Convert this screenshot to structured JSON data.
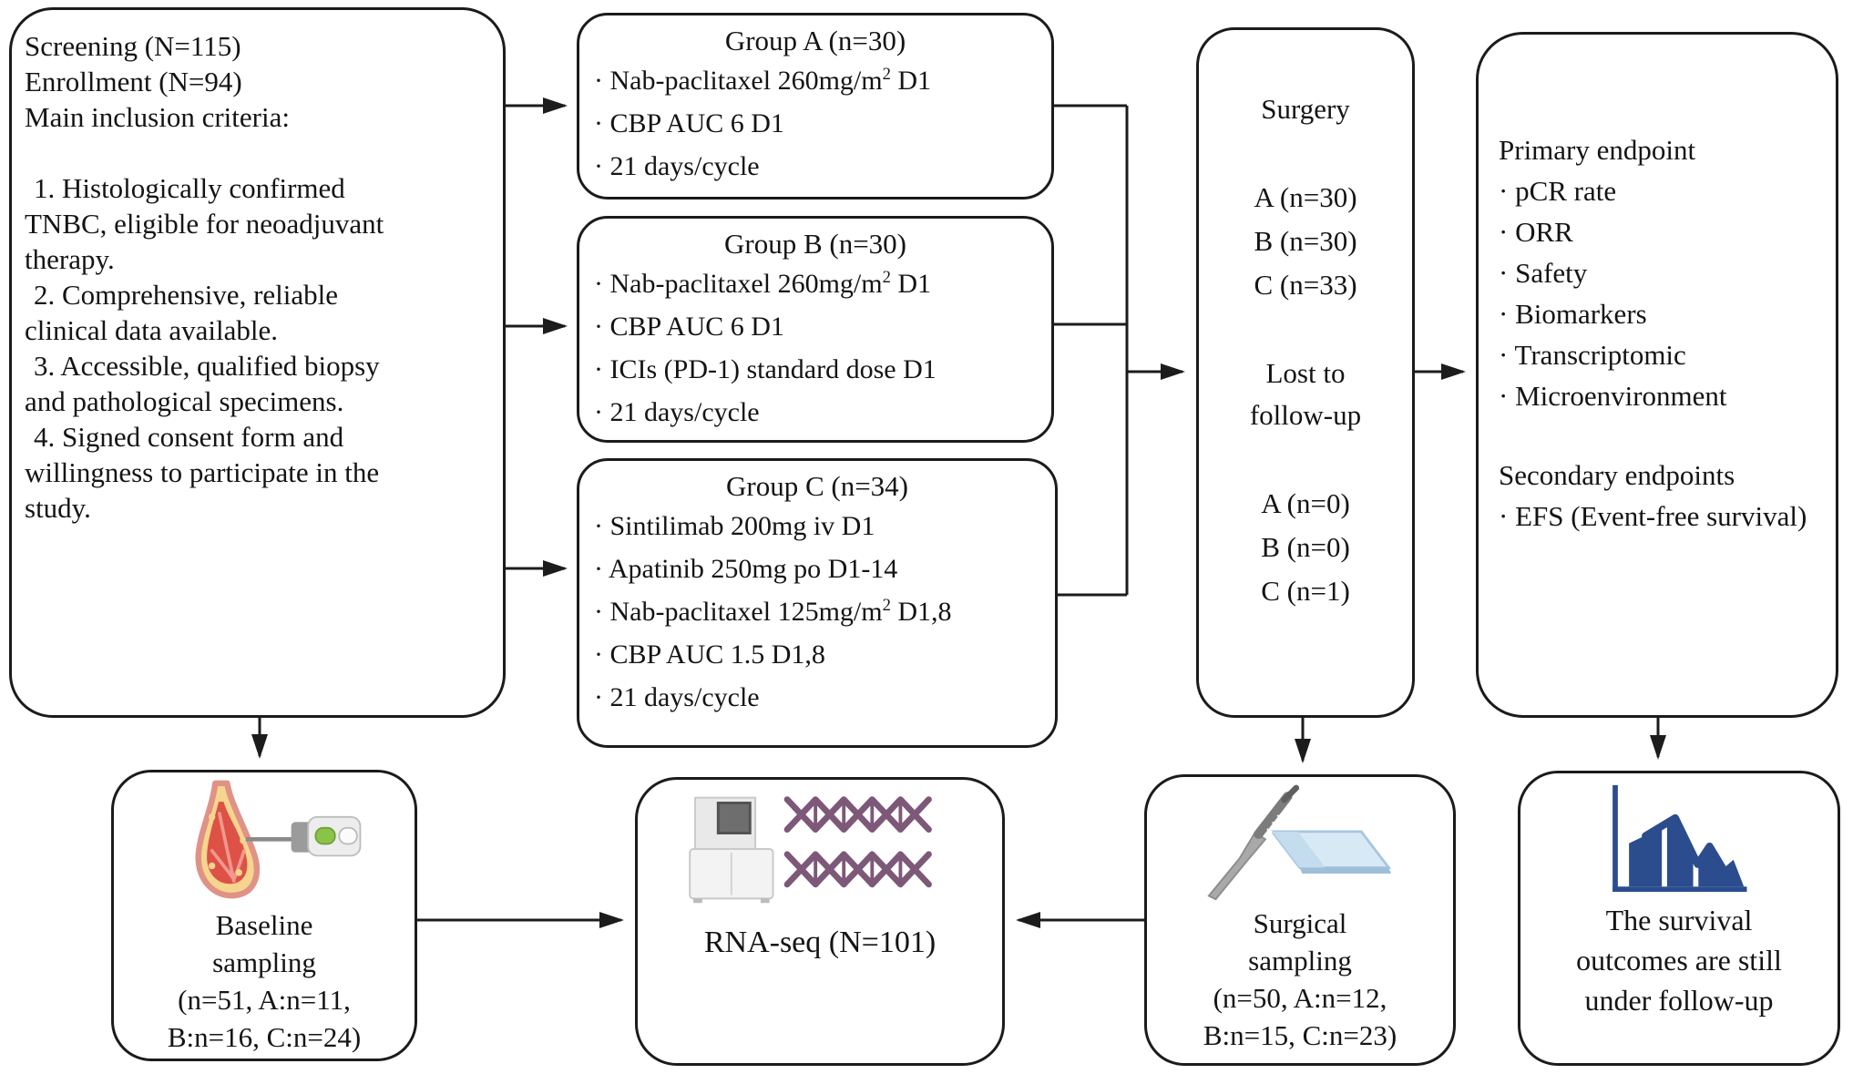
{
  "inclusion": {
    "lines": [
      "Screening (N=115)",
      "Enrollment (N=94)",
      "Main inclusion criteria:",
      "1. Histologically confirmed",
      "TNBC, eligible for neoadjuvant",
      "therapy.",
      "2. Comprehensive, reliable",
      "clinical data available.",
      "3. Accessible, qualified biopsy",
      "and pathological specimens.",
      "4. Signed consent form and",
      "willingness to participate in the",
      "study."
    ]
  },
  "group_a": {
    "title": "Group A (n=30)",
    "items": [
      {
        "pre": "· Nab-paclitaxel 260mg/m",
        "sup": "2",
        "post": " D1"
      },
      {
        "pre": "· CBP AUC 6 D1",
        "sup": "",
        "post": ""
      },
      {
        "pre": "· 21 days/cycle",
        "sup": "",
        "post": ""
      }
    ]
  },
  "group_b": {
    "title": "Group B (n=30)",
    "items": [
      {
        "pre": "· Nab-paclitaxel 260mg/m",
        "sup": "2",
        "post": " D1"
      },
      {
        "pre": "· CBP AUC 6 D1",
        "sup": "",
        "post": ""
      },
      {
        "pre": "· ICIs (PD-1) standard dose D1",
        "sup": "",
        "post": ""
      },
      {
        "pre": "· 21 days/cycle",
        "sup": "",
        "post": ""
      }
    ]
  },
  "group_c": {
    "title": "Group C (n=34)",
    "items": [
      {
        "pre": "· Sintilimab 200mg iv D1",
        "sup": "",
        "post": ""
      },
      {
        "pre": "· Apatinib 250mg po D1-14",
        "sup": "",
        "post": ""
      },
      {
        "pre": "· Nab-paclitaxel 125mg/m",
        "sup": "2",
        "post": " D1,8"
      },
      {
        "pre": "· CBP AUC 1.5 D1,8",
        "sup": "",
        "post": ""
      },
      {
        "pre": "· 21 days/cycle",
        "sup": "",
        "post": ""
      }
    ]
  },
  "surgery": {
    "title": "Surgery",
    "counts": [
      "A (n=30)",
      "B (n=30)",
      "C (n=33)"
    ],
    "lost_title": "Lost to follow-up",
    "lost_counts": [
      "A (n=0)",
      "B (n=0)",
      "C (n=1)"
    ]
  },
  "endpoints": {
    "primary_title": "Primary endpoint",
    "primary_items": [
      "· pCR rate",
      "· ORR",
      "· Safety",
      "· Biomarkers",
      "· Transcriptomic",
      "· Microenvironment"
    ],
    "secondary_title": "Secondary endpoints",
    "secondary_items": [
      "· EFS (Event-free survival)"
    ]
  },
  "baseline": {
    "lines": [
      "Baseline",
      "sampling",
      "(n=51, A:n=11,",
      "B:n=16, C:n=24)"
    ]
  },
  "rnaseq": {
    "label": "RNA-seq (N=101)"
  },
  "surgical": {
    "lines": [
      "Surgical",
      "sampling",
      "(n=50, A:n=12,",
      "B:n=15, C:n=23)"
    ]
  },
  "survival": {
    "lines": [
      "The survival",
      "outcomes are still",
      "under follow-up"
    ]
  },
  "colors": {
    "connector": "#1c1c1c",
    "survival_icon_blue": "#2b4d8e",
    "dna_purple": "#7d5878",
    "slide_blue": "#d8e9f6",
    "breast_fat_yellow": "#f6d58e",
    "breast_tissue_red": "#dd5146",
    "device_green": "#8bc34a",
    "machine_grey": "#ededed"
  }
}
